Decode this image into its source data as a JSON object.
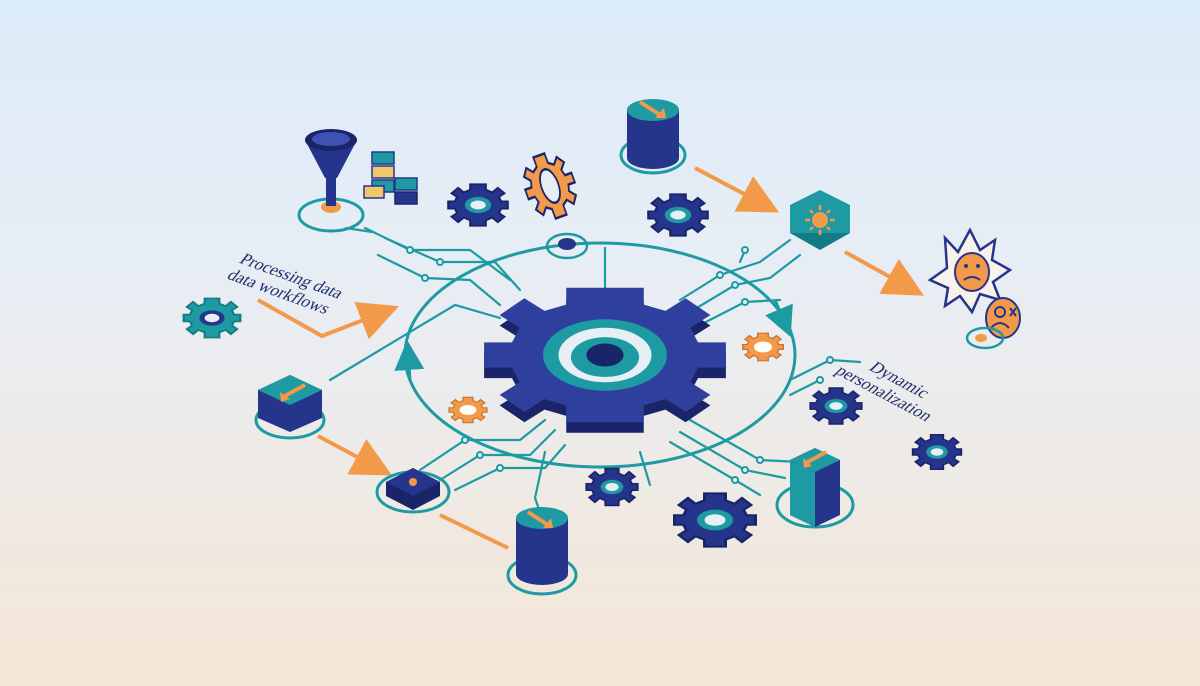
{
  "labels": {
    "processing_line1": "Processing data",
    "processing_line2": "data workflows",
    "dynamic_line1": "Dynamic",
    "dynamic_line2": "personalization"
  },
  "colors": {
    "navy": "#26358c",
    "navy_dark": "#1a2569",
    "teal": "#1e9aa3",
    "teal_dark": "#137b84",
    "orange": "#f29a4a",
    "background_top": "#dcecf9",
    "background_bottom": "#f4e6d5"
  },
  "icons": [
    "central-gear-icon",
    "funnel-icon",
    "server-stack-icon",
    "database-icon",
    "sun-icon",
    "sad-face-icon",
    "user-icon",
    "gear-icon"
  ]
}
